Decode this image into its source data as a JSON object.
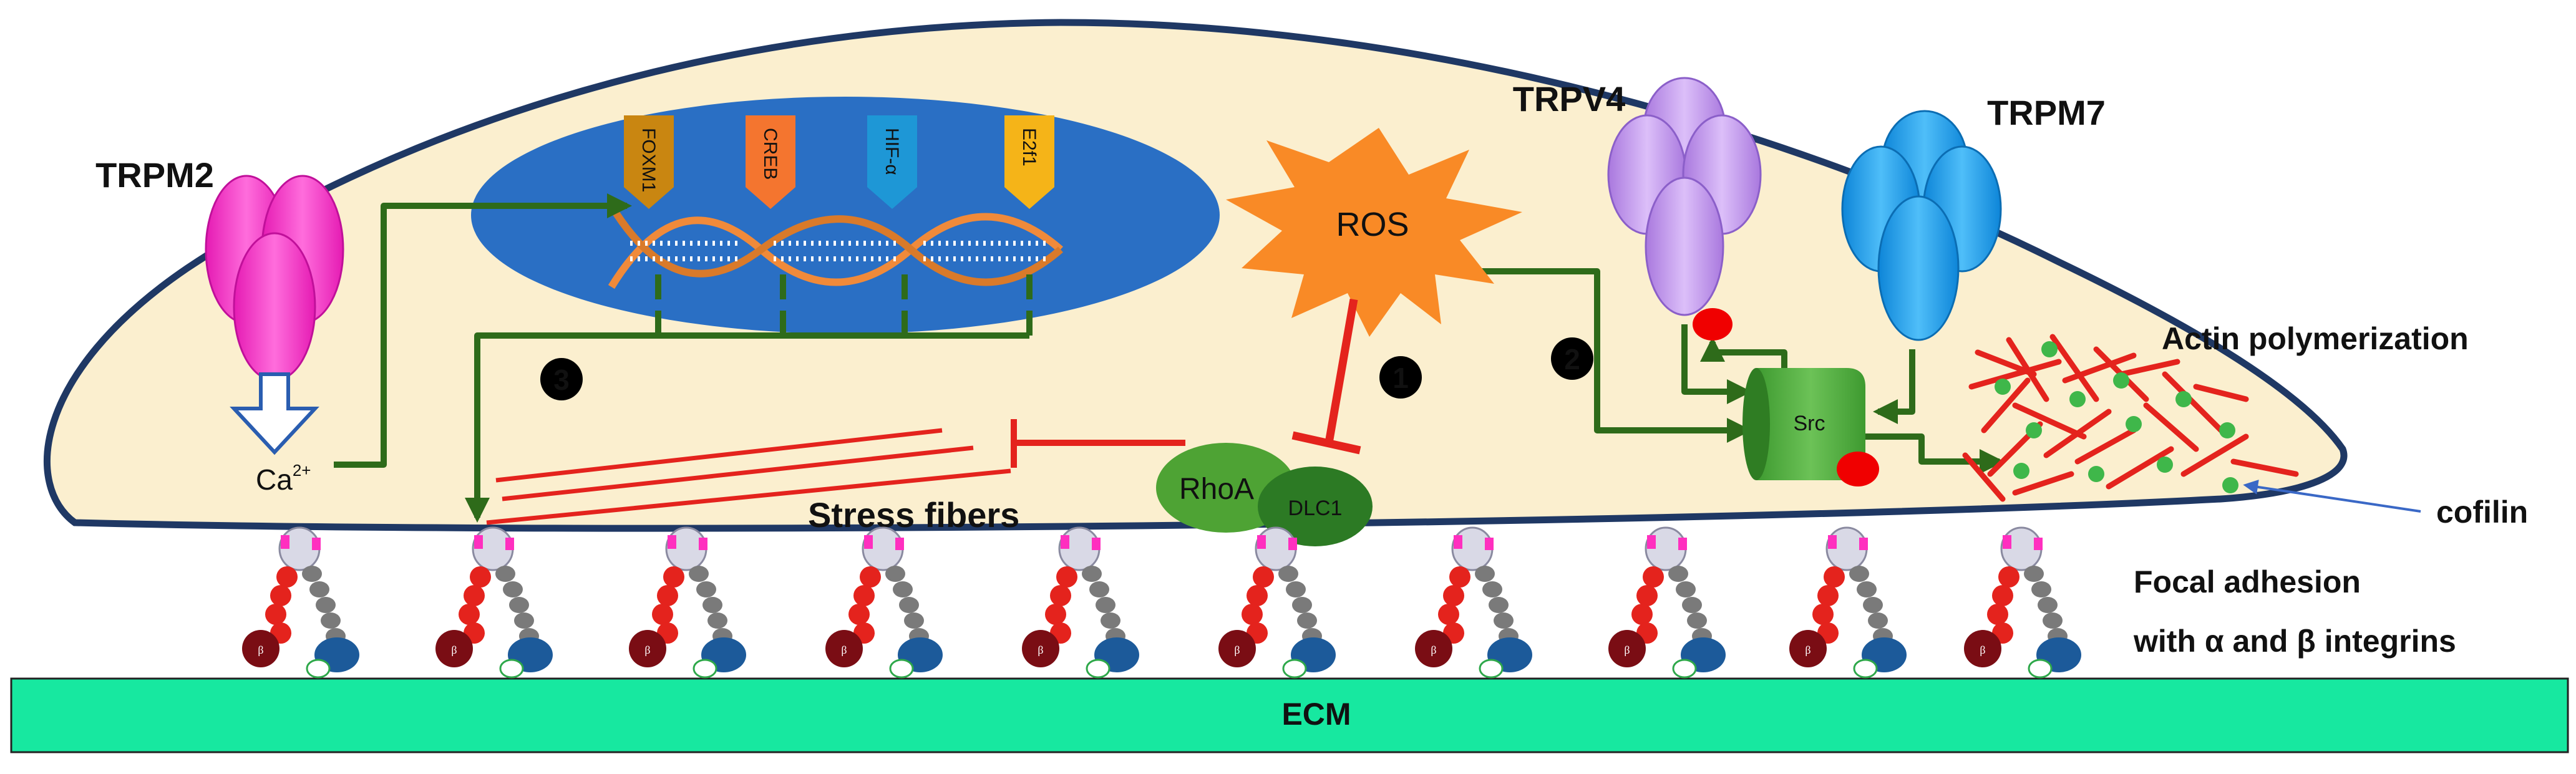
{
  "labels": {
    "trpm2": "TRPM2",
    "trpv4": "TRPV4",
    "trpm7": "TRPM7",
    "ros": "ROS",
    "src": "Src",
    "rhoa": "RhoA",
    "dlc1": "DLC1",
    "calcium_base": "Ca",
    "calcium_charge": "2+",
    "stress_fibers": "Stress fibers",
    "actin_polymerization": "Actin polymerization",
    "cofilin": "cofilin",
    "focal_adhesion_line1": "Focal adhesion",
    "focal_adhesion_line2": "with α and β integrins",
    "ecm": "ECM"
  },
  "transcription_factors": [
    "FOXM1",
    "CREB",
    "HIF-α",
    "E2f1"
  ],
  "pathway_markers": [
    "1",
    "2",
    "3"
  ],
  "integrin_subunit_label": "β",
  "colors": {
    "cell_fill": "#fbefcf",
    "cell_border": "#1f3864",
    "nucleus": "#2a6fc4",
    "ecm": "#17e8a0",
    "activation_arrow": "#2e6b1a",
    "inhibition": "#e4231d",
    "ros": "#f98a26",
    "trpm2": "#ff3fc9",
    "trpv4": "#c79af0",
    "trpm7": "#1f9ff1",
    "src": "#49a83a",
    "rhoa": "#4ea334",
    "dlc1": "#2c7a24",
    "cofilin_dot": "#3fb74a",
    "tf_colors": [
      "#c98611",
      "#f4752f",
      "#1e97d6",
      "#f5b418"
    ]
  }
}
